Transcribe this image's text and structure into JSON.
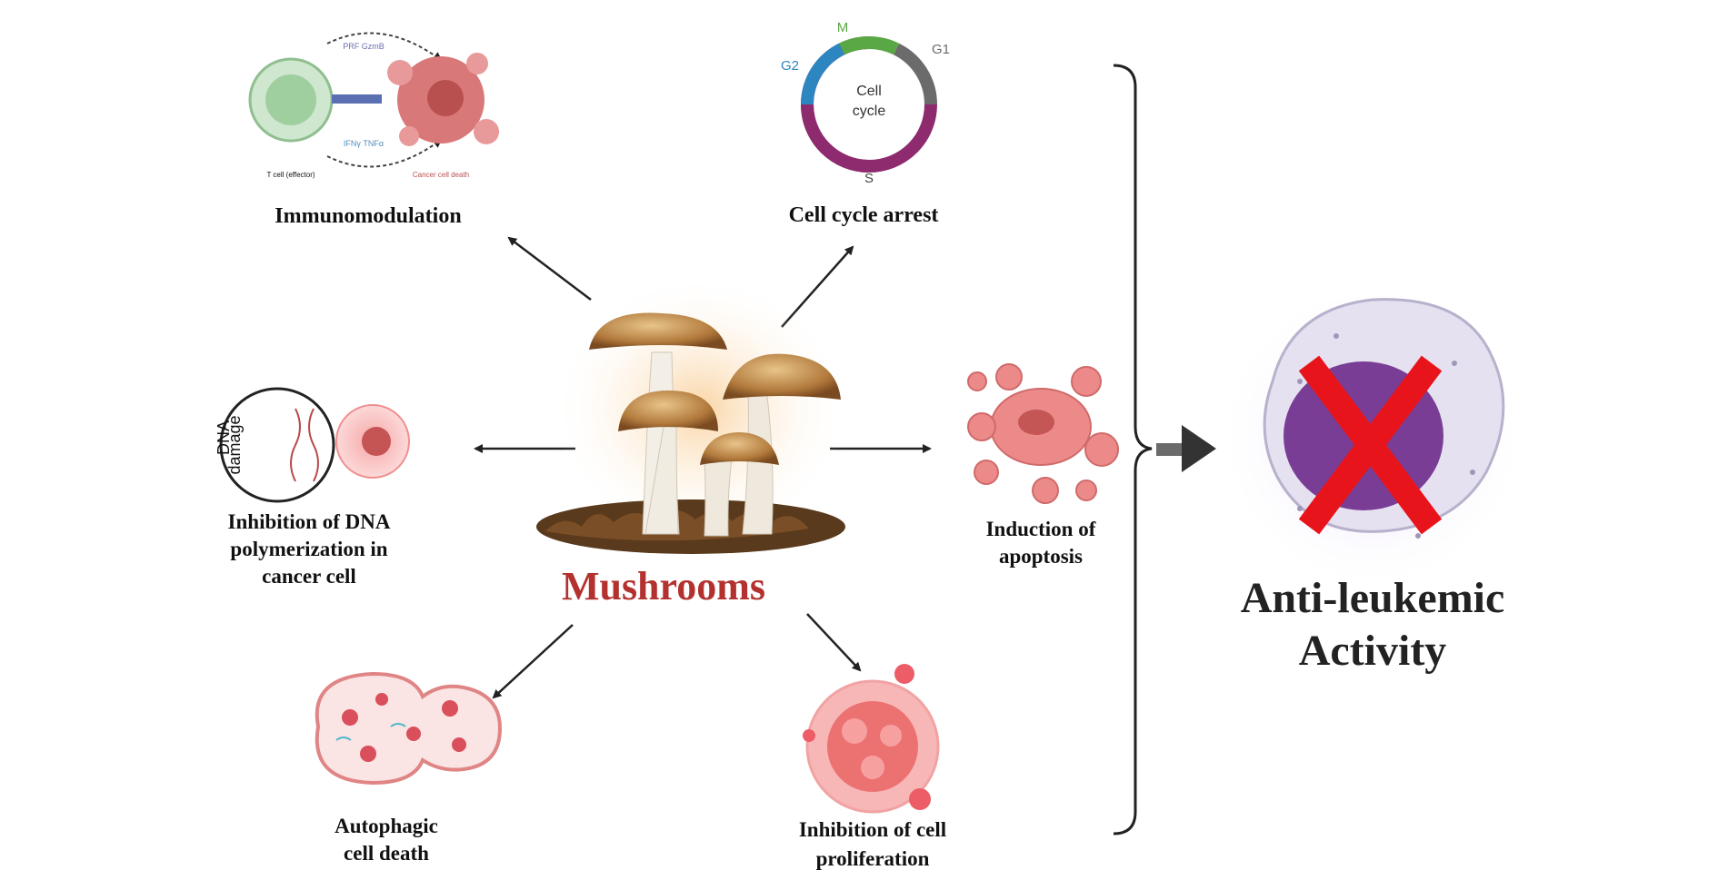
{
  "center": {
    "title": "Mushrooms",
    "title_color": "#b3322f"
  },
  "nodes": {
    "immunomodulation": {
      "label": "Immunomodulation",
      "annotations": {
        "top_right": "PRF GzmB",
        "bottom_right": "IFNγ TNFα",
        "t_cell": "T cell (effector)",
        "cancer": "Cancer cell death"
      }
    },
    "cell_cycle": {
      "label": "Cell cycle arrest",
      "ring_center": [
        "Cell",
        "cycle"
      ],
      "phases": {
        "m": "M",
        "g1": "G1",
        "g2": "G2",
        "s": "S"
      },
      "phase_colors": {
        "m": "#5aa845",
        "g1": "#6b6b6b",
        "g2": "#2e86c1",
        "s": "#8e2a6e"
      }
    },
    "dna": {
      "label_lines": [
        "Inhibition of DNA",
        "polymerization in",
        "cancer cell"
      ],
      "circle_text": [
        "DNA",
        "damage"
      ]
    },
    "apoptosis": {
      "label_lines": [
        "Induction of",
        "apoptosis"
      ]
    },
    "autophagic": {
      "label_lines": [
        "Autophagic",
        "cell death"
      ]
    },
    "proliferation": {
      "label_lines": [
        "Inhibition of cell",
        "proliferation"
      ]
    }
  },
  "outcome": {
    "label_lines": [
      "Anti-leukemic",
      "Activity"
    ],
    "cross_color": "#e8141b",
    "nucleus_color": "#7a3d95"
  },
  "icons": [
    "mushroom-cluster-icon",
    "t-cell-icon",
    "cancer-cell-icon",
    "cell-cycle-ring-icon",
    "dna-damage-icon",
    "apoptotic-cell-icon",
    "autophagy-cell-icon",
    "proliferating-cell-icon",
    "leukemic-cell-icon",
    "red-cross-icon",
    "bracket-icon",
    "big-arrow-icon"
  ]
}
